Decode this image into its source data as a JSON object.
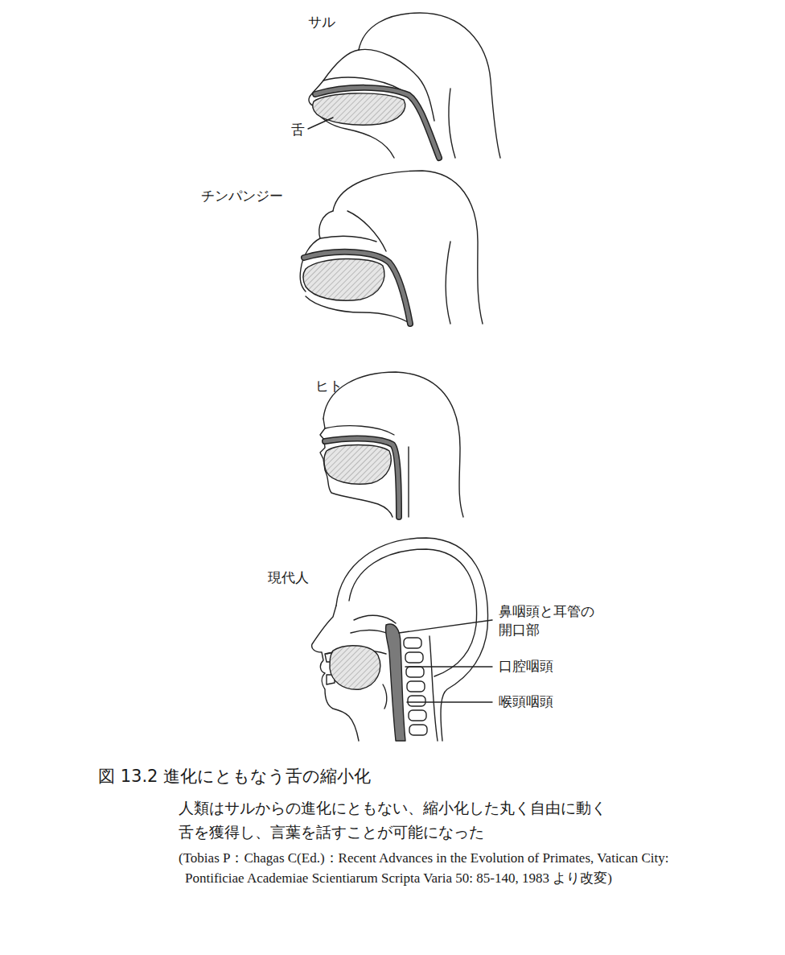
{
  "diagram": {
    "caption": "図 13.2 進化にともなう舌の縮小化",
    "labels": [
      "サル",
      "舌",
      "チンパンジー",
      "ヒト",
      "現代人",
      "鼻咽頭と耳管の 開口部",
      "口腔咽頭",
      "喉頭咽頭",
      "人類はサルからの進化にともない、縮小化した丸く自由に動く 舌を獲得し、言葉を話すことが可能になった",
      "(Tobias P：Chagas C(Ed.)：Recent Advances in the Evolution of Primates, Vatican City: Pontificiae Academiae Scientiarum Scripta Varia 50: 85-140, 1983 より改変)"
    ]
  }
}
